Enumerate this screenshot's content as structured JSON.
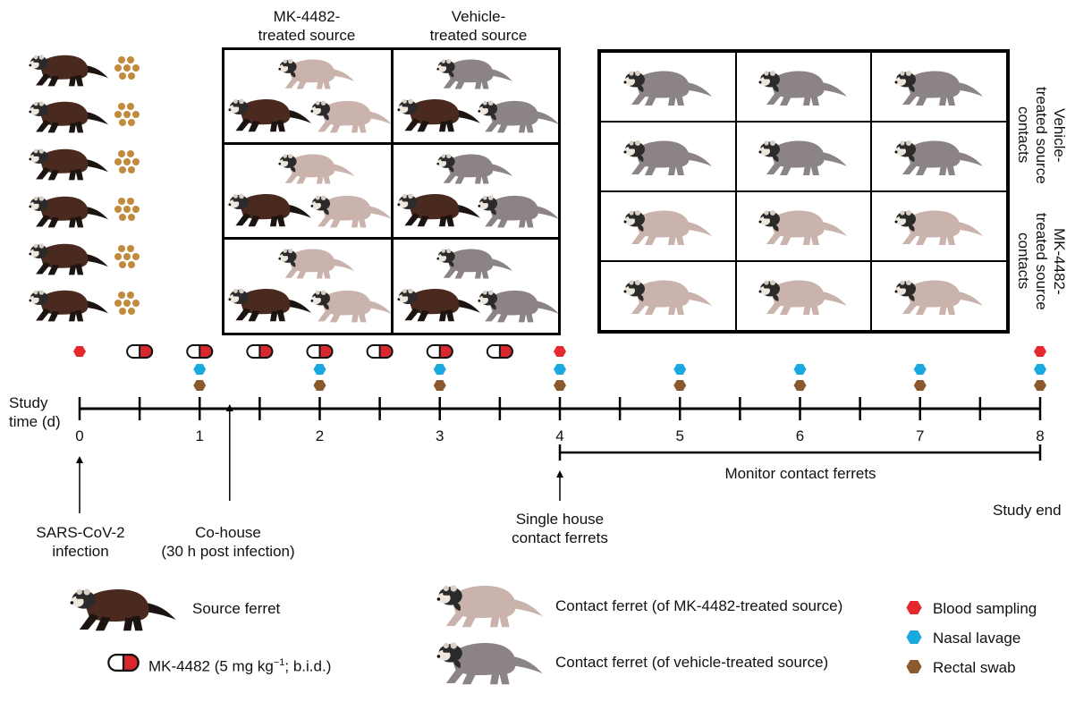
{
  "headers": {
    "mk_source": [
      "MK-4482-",
      "treated source"
    ],
    "veh_source": [
      "Vehicle-",
      "treated source"
    ],
    "veh_contacts": [
      "Vehicle-",
      "treated source",
      "contacts"
    ],
    "mk_contacts": [
      "MK-4482-",
      "treated source",
      "contacts"
    ]
  },
  "timeline": {
    "axis_label": [
      "Study",
      "time (d)"
    ],
    "ticks": [
      "0",
      "1",
      "2",
      "3",
      "4",
      "5",
      "6",
      "7",
      "8"
    ],
    "blood_days": [
      0,
      4,
      8
    ],
    "lavage_days": [
      1,
      2,
      3,
      4,
      5,
      6,
      7,
      8
    ],
    "swab_days": [
      1,
      2,
      3,
      4,
      5,
      6,
      7,
      8
    ],
    "dose_days": [
      0.5,
      1,
      1.5,
      2,
      2.5,
      3,
      3.5
    ],
    "monitor_label": "Monitor contact ferrets",
    "monitor_range": [
      4,
      8
    ]
  },
  "events": {
    "infection": [
      "SARS-CoV-2",
      "infection"
    ],
    "cohouse": [
      "Co-house",
      "(30 h post infection)"
    ],
    "single_house": [
      "Single house",
      "contact ferrets"
    ],
    "study_end": "Study end"
  },
  "legend": {
    "source_ferret": "Source ferret",
    "dose_prefix": "MK-4482 (5 mg kg",
    "dose_sup": "−1",
    "dose_suffix": "; b.i.d.)",
    "contact_mk": "Contact ferret (of MK-4482-treated source)",
    "contact_veh": "Contact ferret (of vehicle-treated source)",
    "blood": "Blood sampling",
    "lavage": "Nasal lavage",
    "swab": "Rectal swab"
  },
  "colors": {
    "blood": "#e5282d",
    "lavage": "#1aa8e0",
    "swab": "#8a5a2e",
    "source_ferret": "#4a2a1e",
    "contact_mk_ferret": "#c9b3ac",
    "contact_veh_ferret": "#8c8484",
    "pellet": "#c28a3c",
    "capsule_red": "#d8282d"
  }
}
